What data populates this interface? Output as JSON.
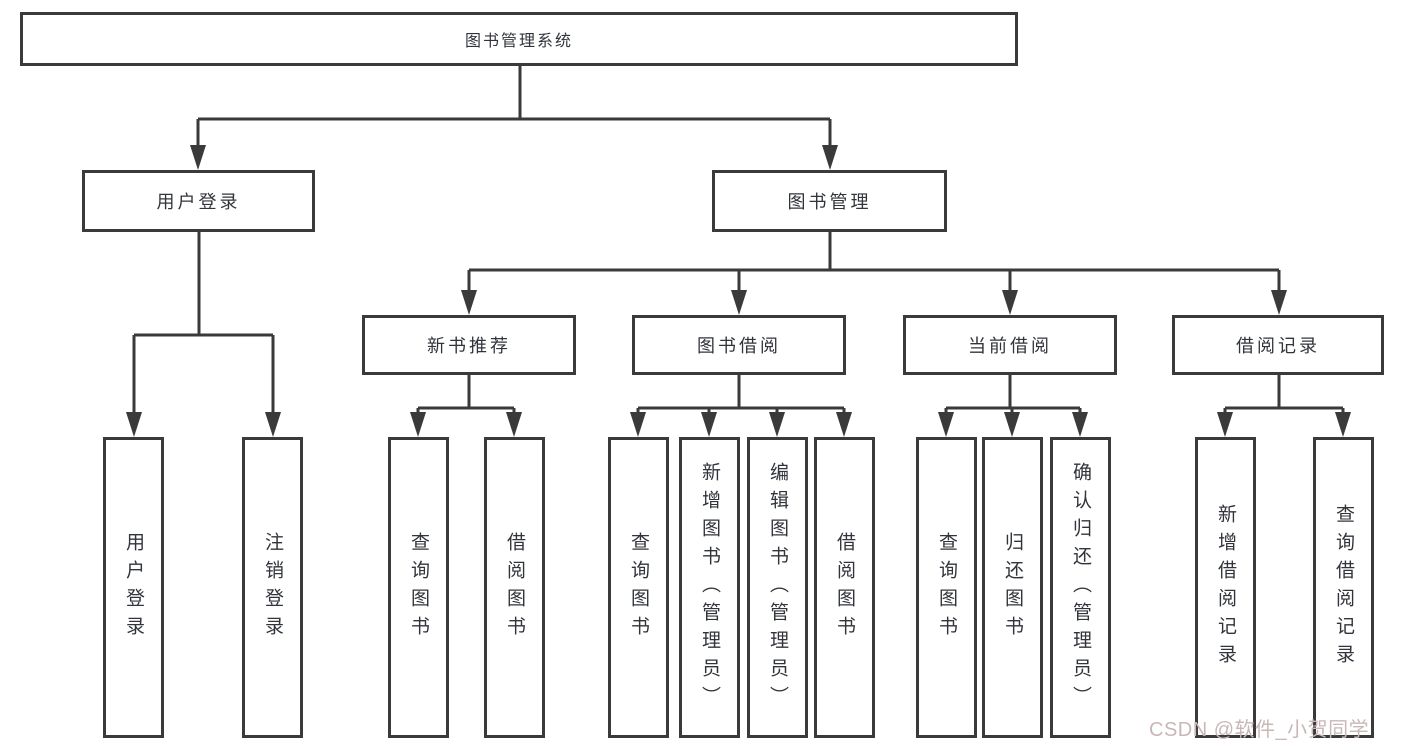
{
  "colors": {
    "line": "#3a3a3a",
    "box_border": "#3a3a3a",
    "text": "#31343a",
    "watermark": "#c9b7b7",
    "background": "#ffffff"
  },
  "diagram": {
    "root": {
      "label": "图书管理系统"
    },
    "level2": [
      {
        "label": "用户登录"
      },
      {
        "label": "图书管理"
      }
    ],
    "level3": [
      {
        "label": "新书推荐",
        "parent": "图书管理"
      },
      {
        "label": "图书借阅",
        "parent": "图书管理"
      },
      {
        "label": "当前借阅",
        "parent": "图书管理"
      },
      {
        "label": "借阅记录",
        "parent": "图书管理"
      }
    ],
    "leaves": [
      {
        "label": "用户登录",
        "parent": "用户登录"
      },
      {
        "label": "注销登录",
        "parent": "用户登录"
      },
      {
        "label": "查询图书",
        "parent": "新书推荐"
      },
      {
        "label": "借阅图书",
        "parent": "新书推荐"
      },
      {
        "label": "查询图书",
        "parent": "图书借阅"
      },
      {
        "label": "新增图书（管理员）",
        "parent": "图书借阅"
      },
      {
        "label": "编辑图书（管理员）",
        "parent": "图书借阅"
      },
      {
        "label": "借阅图书",
        "parent": "图书借阅"
      },
      {
        "label": "查询图书",
        "parent": "当前借阅"
      },
      {
        "label": "归还图书",
        "parent": "当前借阅"
      },
      {
        "label": "确认归还（管理员）",
        "parent": "当前借阅"
      },
      {
        "label": "新增借阅记录",
        "parent": "借阅记录"
      },
      {
        "label": "查询借阅记录",
        "parent": "借阅记录"
      }
    ]
  },
  "watermark": {
    "text": "CSDN @软件_小贺同学"
  }
}
